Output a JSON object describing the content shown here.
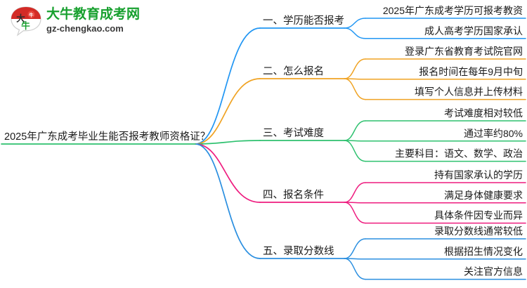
{
  "logo": {
    "brand_name": "大牛教育成考网",
    "url": "gz-chengkao.com",
    "mark_text": "大牛",
    "brand_color": "#17a02e",
    "mark_color": "#d32b26"
  },
  "mindmap": {
    "root": {
      "label": "2025年广东成考毕业生能否报考教师资格证？"
    },
    "branches": [
      {
        "label": "一、学历能否报考",
        "color": "#2196f3",
        "children": [
          "2025年广东成考学历可报考教资",
          "成人高考学历国家承认"
        ]
      },
      {
        "label": "二、怎么报名",
        "color": "#f0a323",
        "children": [
          "登录广东省教育考试院官网",
          "报名时间在每年9月中旬",
          "填写个人信息并上传材料"
        ]
      },
      {
        "label": "三、考试难度",
        "color": "#2ec16f",
        "children": [
          "考试难度相对较低",
          "通过率约80%",
          "主要科目：语文、数学、政治"
        ]
      },
      {
        "label": "四、报名条件",
        "color": "#ee1c7f",
        "children": [
          "持有国家承认的学历",
          "满足身体健康要求",
          "具体条件因专业而异"
        ]
      },
      {
        "label": "五、录取分数线",
        "color": "#2b8fe0",
        "children": [
          "录取分数线通常较低",
          "根据招生情况变化",
          "关注官方信息"
        ]
      }
    ]
  }
}
